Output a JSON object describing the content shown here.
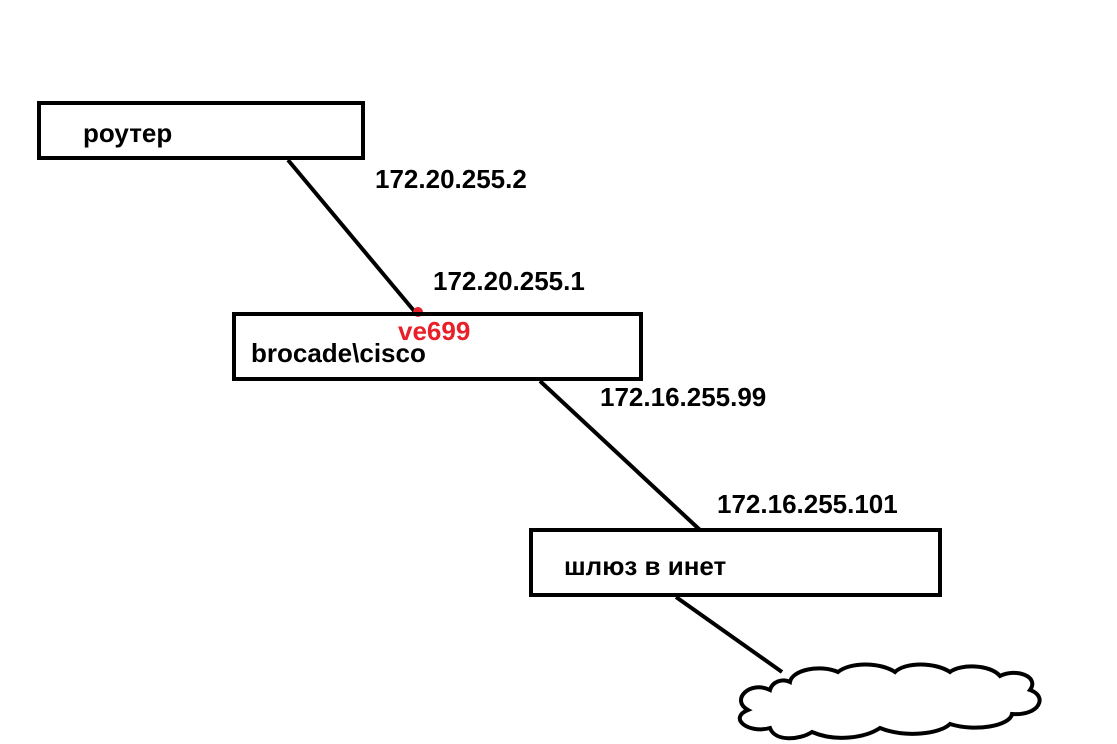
{
  "nodes": {
    "router": {
      "label": "роутер"
    },
    "switch": {
      "label": "brocade\\cisco",
      "interface": "ve699"
    },
    "gateway": {
      "label": "шлюз в инет"
    }
  },
  "links": {
    "router_switch": {
      "router_ip": "172.20.255.2",
      "switch_ip": "172.20.255.1"
    },
    "switch_gateway": {
      "switch_ip": "172.16.255.99",
      "gateway_ip": "172.16.255.101"
    }
  },
  "colors": {
    "line": "#000000",
    "accent": "#e8202a",
    "background": "#ffffff"
  },
  "icons": {
    "internet": "cloud-icon"
  }
}
